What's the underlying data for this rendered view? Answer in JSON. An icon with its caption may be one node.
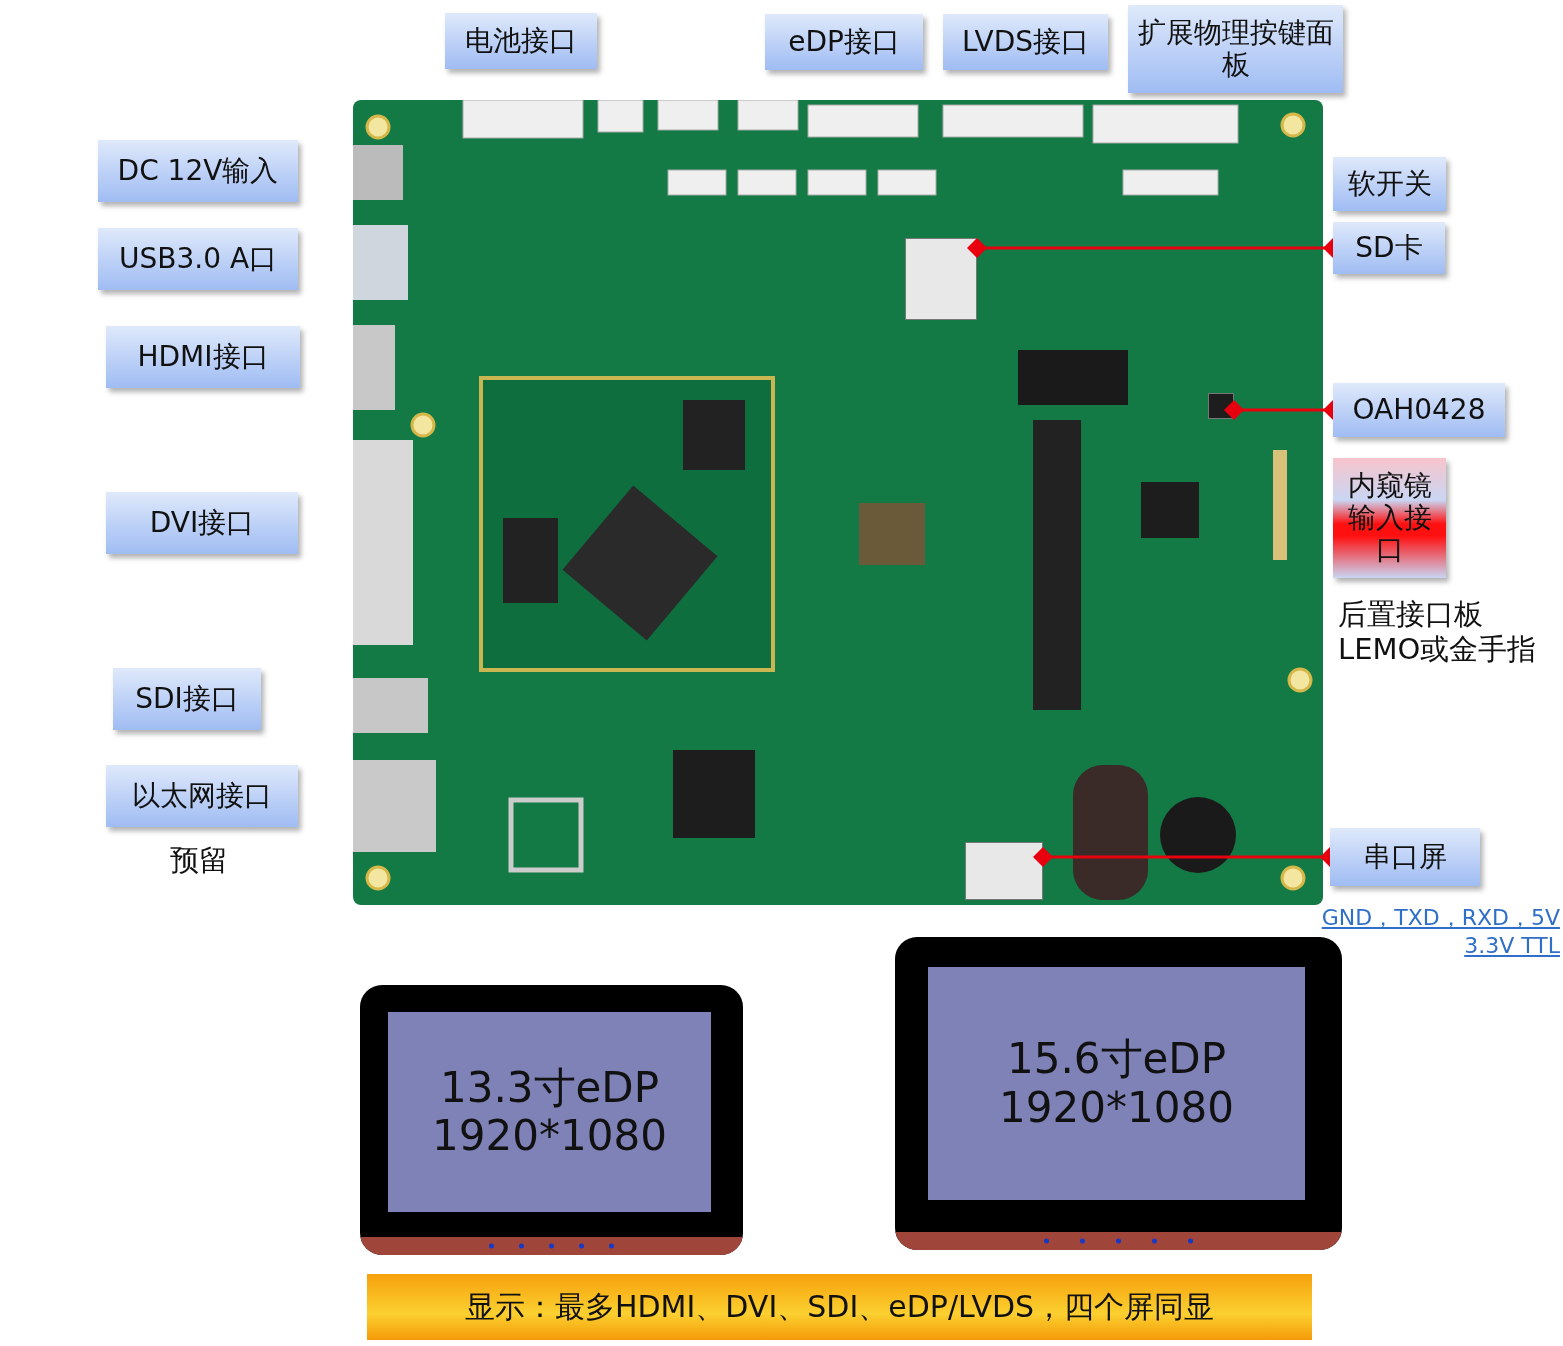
{
  "diagram": {
    "nodes": [
      {
        "text": [
          "电池接口"
        ]
      },
      {
        "text": [
          "eDP接口"
        ]
      },
      {
        "text": [
          "LVDS接口"
        ]
      },
      {
        "text": [
          "扩展物理按键面板"
        ]
      },
      {
        "text": [
          "DC 12V输入"
        ]
      },
      {
        "text": [
          "软开关"
        ]
      },
      {
        "text": [],
        "shape": "picture"
      },
      {
        "text": [],
        "shape": "box",
        "in": 6
      },
      {
        "text": [
          "SD卡"
        ]
      },
      {
        "text": [
          "USB3.0 A口"
        ]
      },
      {
        "text": [
          "HDMI接口"
        ]
      },
      {
        "text": [],
        "shape": "box",
        "in": 6
      },
      {
        "text": [
          "OAH0428"
        ]
      },
      {
        "text": [
          "内窥镜输入接口"
        ],
        "beside": [
          "后置接口板 LEMO或金手指"
        ]
      },
      {
        "text": [
          "DVI接口"
        ]
      },
      {
        "text": [
          "SDI接口"
        ]
      },
      {
        "text": [
          "以太网接口"
        ],
        "beside": [
          "预留"
        ]
      },
      {
        "text": [],
        "shape": "box",
        "in": 6
      },
      {
        "text": [
          "串口屏"
        ]
      },
      {
        "text": [
          "13.3寸eDP 1920*1080"
        ]
      },
      {
        "text": [
          "15.6寸eDP 1920*1080"
        ]
      },
      {
        "text": [
          "显示：最多HDMI、DVI、SDI、eDP/LVDS，四个屏同显"
        ]
      }
    ],
    "edges": [
      {
        "from": 8,
        "to": 7,
        "arrow": "other"
      },
      {
        "from": 12,
        "to": 11,
        "arrow": "other"
      },
      {
        "from": 18,
        "to": 17,
        "arrow": "other"
      }
    ],
    "labels": [
      "GND，TXD，RXD，5V 3.3V TTL"
    ]
  }
}
